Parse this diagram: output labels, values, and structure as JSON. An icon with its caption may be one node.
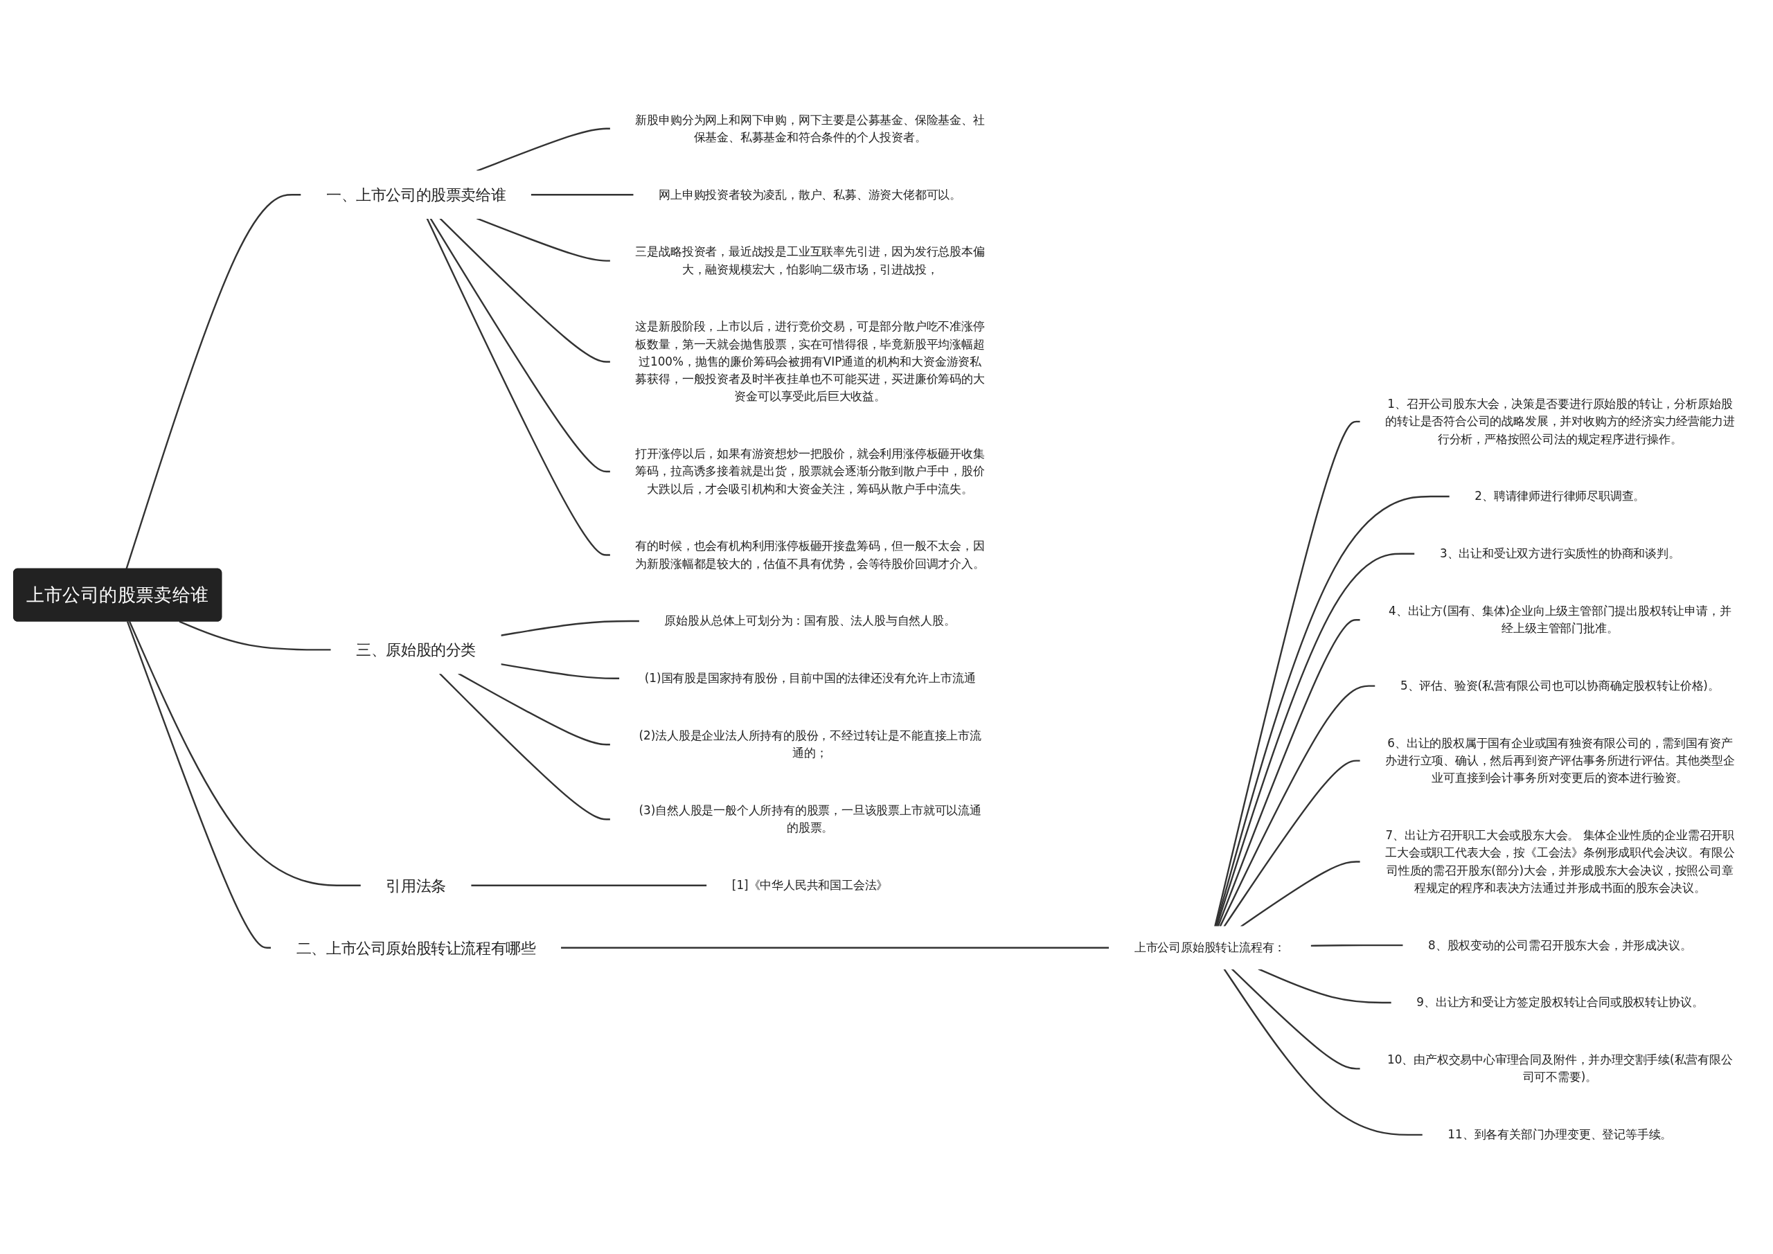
{
  "diagram": {
    "nodes": [
      {
        "text": [
          "上市公司的股票卖给谁"
        ]
      },
      {
        "text": [
          "一、上市公司的股票卖给谁"
        ]
      },
      {
        "text": [
          "新股申购分为网上和网下申购，网下主要是公募基金、保险基金、社保基金、私募基金和符合条件的个人投资者。"
        ]
      },
      {
        "text": [
          "网上申购投资者较为凌乱，散户、私募、游资大佬都可以。"
        ]
      },
      {
        "text": [
          "三是战略投资者，最近战投是工业互联率先引进，因为发行总股本偏大，融资规模宏大，怕影响二级市场，引进战投，"
        ]
      },
      {
        "text": [
          "这是新股阶段，上市以后，进行竞价交易，可是部分散户吃不准涨停板数量，第一天就会抛售股票，实在可惜得很，毕竟新股平均涨幅超过100%，抛售的廉价筹码会被拥有VIP通道的机构和大资金游资私募获得，一般投资者及时半夜挂单也不可能买进，买进廉价筹码的大资金可以享受此后巨大收益。"
        ]
      },
      {
        "text": [
          "打开涨停以后，如果有游资想炒一把股价，就会利用涨停板砸开收集筹码，拉高诱多接着就是出货，股票就会逐渐分散到散户手中，股价大跌以后，才会吸引机构和大资金关注，筹码从散户手中流失。"
        ]
      },
      {
        "text": [
          "有的时候，也会有机构利用涨停板砸开接盘筹码，但一般不太会，因为新股涨幅都是较大的，估值不具有优势，会等待股价回调才介入。"
        ]
      },
      {
        "text": [
          "三、原始股的分类"
        ]
      },
      {
        "text": [
          "原始股从总体上可划分为：国有股、法人股与自然人股。"
        ]
      },
      {
        "text": [
          "(1)国有股是国家持有股份，目前中国的法律还没有允许上市流通"
        ]
      },
      {
        "text": [
          "(2)法人股是企业法人所持有的股份，不经过转让是不能直接上市流通的；"
        ]
      },
      {
        "text": [
          "(3)自然人股是一般个人所持有的股票，一旦该股票上市就可以流通的股票。"
        ]
      },
      {
        "text": [
          "二、上市公司原始股转让流程有哪些"
        ]
      },
      {
        "text": [
          "上市公司原始股转让流程有："
        ]
      },
      {
        "text": [
          "1、召开公司股东大会，决策是否要进行原始股的转让，分析原始股的转让是否符合公司的战略发展，并对收购方的经济实力经营能力进行分析，严格按照公司法的规定程序进行操作。"
        ]
      },
      {
        "text": [
          "2、聘请律师进行律师尽职调查。"
        ]
      },
      {
        "text": [
          "3、出让和受让双方进行实质性的协商和谈判。"
        ]
      },
      {
        "text": [
          "4、出让方(国有、集体)企业向上级主管部门提出股权转让申请，并经上级主管部门批准。"
        ]
      },
      {
        "text": [
          "5、评估、验资(私营有限公司也可以协商确定股权转让价格)。"
        ]
      },
      {
        "text": [
          "6、出让的股权属于国有企业或国有独资有限公司的，需到国有资产办进行立项、确认，然后再到资产评估事务所进行评估。其他类型企业可直接到会计事务所对变更后的资本进行验资。"
        ]
      },
      {
        "text": [
          "7、出让方召开职工大会或股东大会。 集体企业性质的企业需召开职工大会或职工代表大会，按《工会法》条例形成职代会决议。有限公司性质的需召开股东(部分)大会，并形成股东大会决议，按照公司章程规定的程序和表决方法通过并形成书面的股东会决议。"
        ]
      },
      {
        "text": [
          "8、股权变动的公司需召开股东大会，并形成决议。"
        ]
      },
      {
        "text": [
          "9、出让方和受让方签定股权转让合同或股权转让协议。"
        ]
      },
      {
        "text": [
          "10、由产权交易中心审理合同及附件，并办理交割手续(私营有限公司可不需要)。"
        ]
      },
      {
        "text": [
          "11、到各有关部门办理变更、登记等手续。"
        ]
      },
      {
        "text": [
          "引用法条"
        ]
      },
      {
        "text": [
          "[1]《中华人民共和国工会法》"
        ]
      }
    ],
    "edges": [
      {
        "from": 0,
        "to": 1,
        "arrow": "none"
      },
      {
        "from": 1,
        "to": 2,
        "arrow": "none"
      },
      {
        "from": 1,
        "to": 3,
        "arrow": "none"
      },
      {
        "from": 1,
        "to": 4,
        "arrow": "none"
      },
      {
        "from": 1,
        "to": 5,
        "arrow": "none"
      },
      {
        "from": 1,
        "to": 6,
        "arrow": "none"
      },
      {
        "from": 1,
        "to": 7,
        "arrow": "none"
      },
      {
        "from": 0,
        "to": 8,
        "arrow": "none"
      },
      {
        "from": 8,
        "to": 9,
        "arrow": "none"
      },
      {
        "from": 8,
        "to": 10,
        "arrow": "none"
      },
      {
        "from": 8,
        "to": 11,
        "arrow": "none"
      },
      {
        "from": 8,
        "to": 12,
        "arrow": "none"
      },
      {
        "from": 0,
        "to": 13,
        "arrow": "none"
      },
      {
        "from": 13,
        "to": 14,
        "arrow": "none"
      },
      {
        "from": 14,
        "to": 15,
        "arrow": "none"
      },
      {
        "from": 14,
        "to": 16,
        "arrow": "none"
      },
      {
        "from": 14,
        "to": 17,
        "arrow": "none"
      },
      {
        "from": 14,
        "to": 18,
        "arrow": "none"
      },
      {
        "from": 14,
        "to": 19,
        "arrow": "none"
      },
      {
        "from": 14,
        "to": 20,
        "arrow": "none"
      },
      {
        "from": 14,
        "to": 21,
        "arrow": "none"
      },
      {
        "from": 14,
        "to": 22,
        "arrow": "none"
      },
      {
        "from": 14,
        "to": 23,
        "arrow": "none"
      },
      {
        "from": 14,
        "to": 24,
        "arrow": "none"
      },
      {
        "from": 14,
        "to": 25,
        "arrow": "none"
      },
      {
        "from": 0,
        "to": 26,
        "arrow": "none"
      },
      {
        "from": 26,
        "to": 27,
        "arrow": "none"
      }
    ]
  }
}
